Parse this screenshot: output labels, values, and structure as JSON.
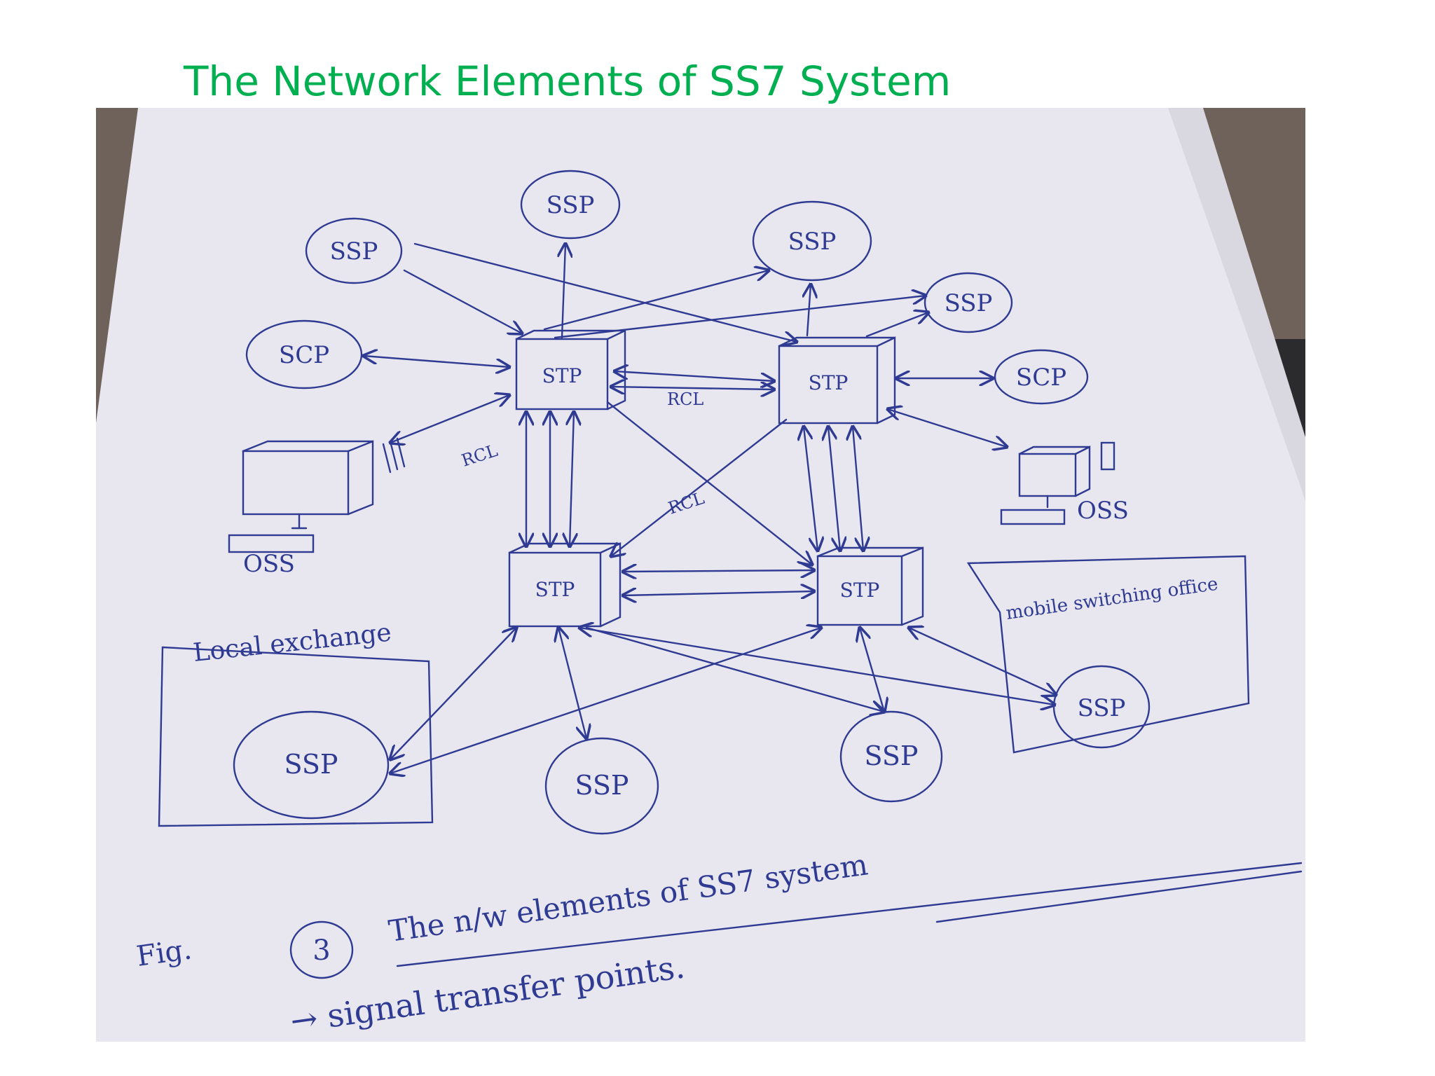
{
  "slide": {
    "title": "The Network Elements of SS7 System"
  },
  "diagram": {
    "nodes": [
      {
        "id": "ssp-top-left",
        "label": "SSP"
      },
      {
        "id": "ssp-top-center",
        "label": "SSP"
      },
      {
        "id": "ssp-top-right",
        "label": "SSP"
      },
      {
        "id": "ssp-right",
        "label": "SSP"
      },
      {
        "id": "scp-left",
        "label": "SCP"
      },
      {
        "id": "scp-right",
        "label": "SCP"
      },
      {
        "id": "stp-top-left",
        "label": "STP"
      },
      {
        "id": "stp-top-right",
        "label": "STP"
      },
      {
        "id": "stp-bottom-left",
        "label": "STP"
      },
      {
        "id": "stp-bottom-right",
        "label": "STP"
      },
      {
        "id": "oss-left",
        "label": "OSS"
      },
      {
        "id": "oss-right",
        "label": "OSS"
      },
      {
        "id": "ssp-local",
        "label": "SSP"
      },
      {
        "id": "ssp-bottom-center",
        "label": "SSP"
      },
      {
        "id": "ssp-bottom-right",
        "label": "SSP"
      },
      {
        "id": "ssp-mobile",
        "label": "SSP"
      }
    ],
    "link_labels": [
      "RCL",
      "RCL",
      "RCL"
    ],
    "group_labels": {
      "local_exchange": "Local exchange",
      "mobile_office": "mobile switching office"
    },
    "caption": {
      "fig_prefix": "Fig.",
      "fig_number": "3",
      "text": "The n/w elements of SS7 system",
      "line2": "→ signal transfer points."
    }
  },
  "colors": {
    "title": "#00B050",
    "ink": "#2f3a93",
    "paper": "#e8e7ef",
    "background": "#6f625a"
  }
}
